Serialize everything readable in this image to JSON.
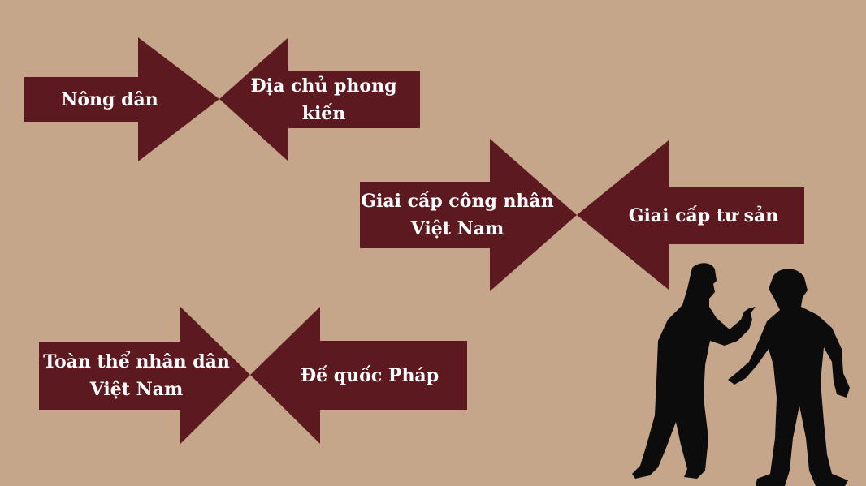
{
  "colors": {
    "background": "#c6a68a",
    "arrow": "#5c1a20",
    "text": "#ffffff",
    "silhouette": "#0c0c0c"
  },
  "pairs": [
    {
      "left": "Nông dân",
      "right": "Địa chủ phong kiến"
    },
    {
      "left": "Giai cấp công nhân\nViệt Nam",
      "right": "Giai cấp tư sản"
    },
    {
      "left": "Toàn thể nhân dân\nViệt Nam",
      "right": "Đế quốc Pháp"
    }
  ]
}
